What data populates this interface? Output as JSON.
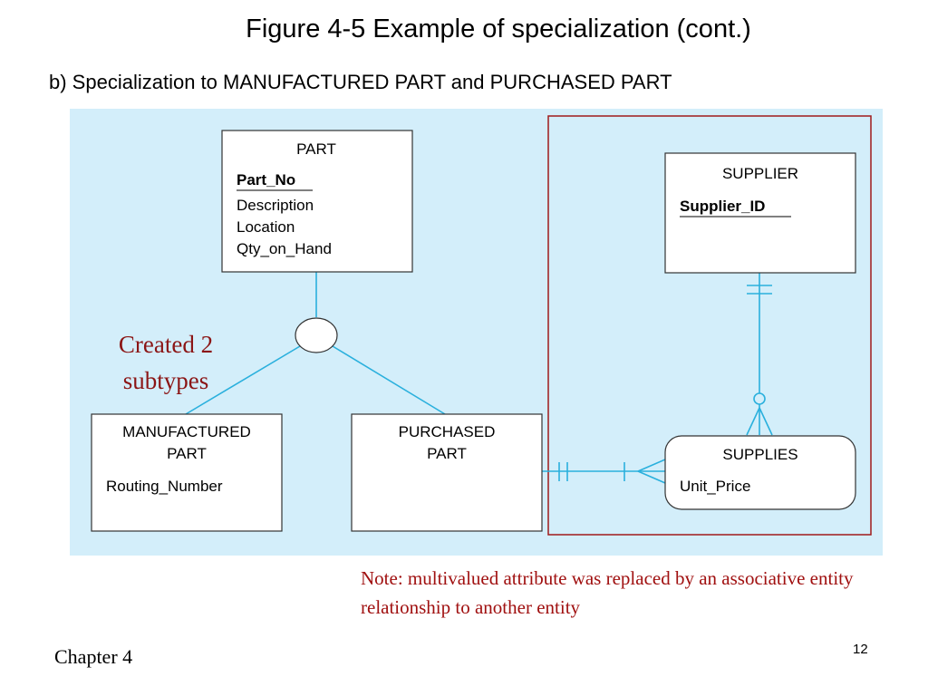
{
  "title": "Figure 4-5 Example of specialization (cont.)",
  "subtitle": "b) Specialization to MANUFACTURED PART and PURCHASED PART",
  "entities": {
    "part": {
      "name": "PART",
      "attributes": [
        "Part_No",
        "Description",
        "Location",
        "Qty_on_Hand"
      ]
    },
    "supplier": {
      "name": "SUPPLIER",
      "attributes": [
        "Supplier_ID"
      ]
    },
    "manufactured_part": {
      "name_lines": [
        "MANUFACTURED",
        "PART"
      ],
      "attributes": [
        "Routing_Number"
      ]
    },
    "purchased_part": {
      "name_lines": [
        "PURCHASED",
        "PART"
      ]
    },
    "supplies": {
      "name": "SUPPLIES",
      "attributes": [
        "Unit_Price"
      ]
    }
  },
  "annotation": {
    "lines": [
      "Created 2",
      "subtypes"
    ]
  },
  "note": "Note: multivalued attribute was replaced by an associative entity relationship to another entity",
  "footer": {
    "chapter": "Chapter 4",
    "page": "12"
  },
  "colors": {
    "diagram_background": "#d3eefa",
    "line": "#2ab0dd",
    "highlight_border": "#a01a1a",
    "annotation_text": "#8b1515"
  }
}
